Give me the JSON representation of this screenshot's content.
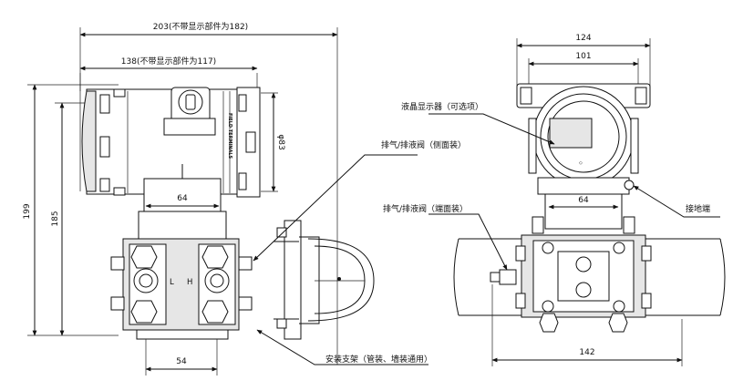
{
  "dimensions": {
    "overall_width": "203(不带显示部件为182)",
    "body_width": "138(不带显示部件为117)",
    "height_total": "199",
    "height_body": "185",
    "housing_dia": "φ83",
    "neck_width_left": "64",
    "flange_spacing": "54",
    "front_width": "124",
    "front_inner_width": "101",
    "neck_width_right": "64",
    "pipe_span": "142"
  },
  "labels": {
    "lcd": "液晶显示器（可选项）",
    "vent_side": "排气/排液阀（侧面装）",
    "vent_end": "排气/排液阀（端面装）",
    "ground": "接地端",
    "bracket": "安装支架（管装、墙装通用）",
    "port_l": "L",
    "port_h": "H",
    "terminals": "FIELD TERMINALS"
  }
}
